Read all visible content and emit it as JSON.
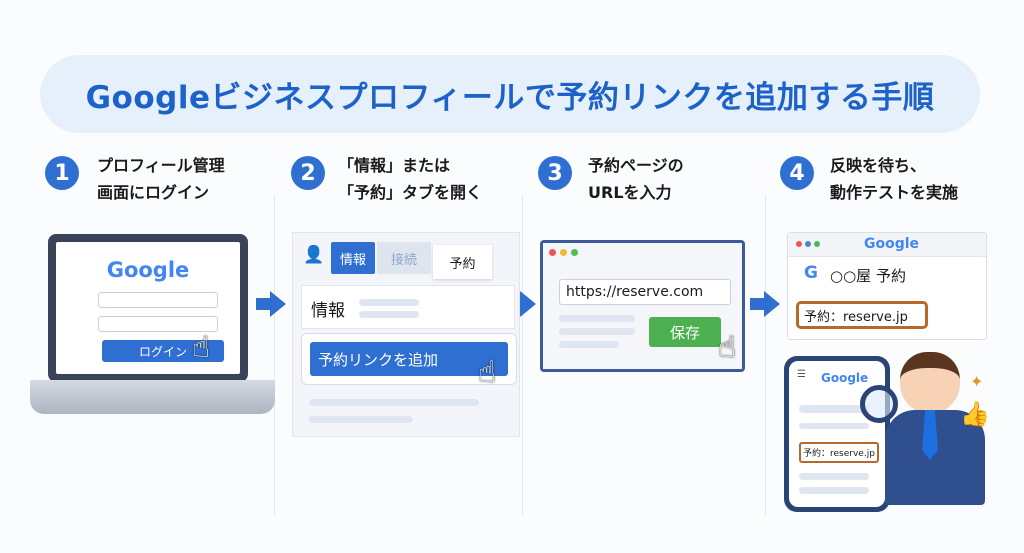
{
  "title": "Googleビジネスプロフィールで予約リンクを追加する手順",
  "steps": [
    {
      "num": "1",
      "line1": "プロフィール管理",
      "line2": "画面にログイン"
    },
    {
      "num": "2",
      "line1": "「情報」または",
      "line2": "「予約」タブを開く"
    },
    {
      "num": "3",
      "line1": "予約ページの",
      "line2": "URLを入力"
    },
    {
      "num": "4",
      "line1": "反映を待ち、",
      "line2": "動作テストを実施"
    }
  ],
  "step1": {
    "logo": "Google",
    "login_button": "ログイン"
  },
  "step2": {
    "tabs": [
      "情報",
      "接続",
      "予約"
    ],
    "section_label": "情報",
    "add_button": "予約リンクを追加"
  },
  "step3": {
    "url": "https://reserve.com",
    "save_button": "保存"
  },
  "step4": {
    "logo": "Google",
    "search_query": "○○屋 予約",
    "result": "予約：reserve.jp",
    "phone_logo": "Google",
    "phone_result": "予約：reserve.jp"
  },
  "colors": {
    "accent": "#2f6fd1",
    "green": "#4caf50",
    "result_border": "#b8692a"
  }
}
